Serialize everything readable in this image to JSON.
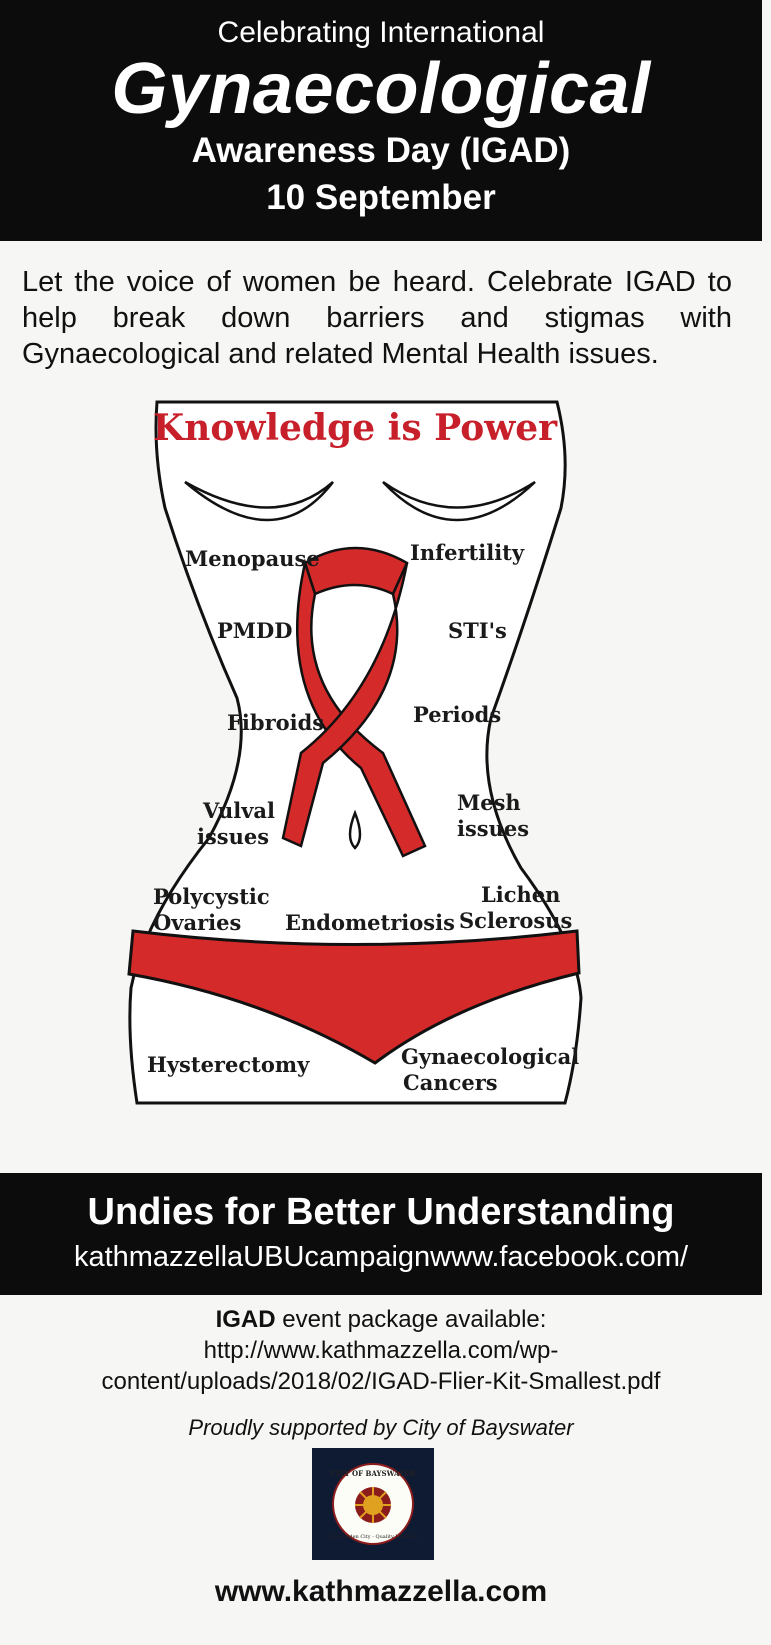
{
  "header": {
    "line1": "Celebrating International",
    "line2": "Gynaecological",
    "line3": "Awareness Day (IGAD)",
    "line4": "10 September"
  },
  "intro": "Let the voice of women be heard. Celebrate IGAD to help break down barriers and stigmas with Gynaecological and related Mental Health issues.",
  "figure": {
    "title": "Knowledge is Power",
    "labels": {
      "menopause": "Menopause",
      "infertility": "Infertility",
      "pmdd": "PMDD",
      "stis": "STI's",
      "fibroids": "Fibroids",
      "periods": "Periods",
      "vulval_1": "Vulval",
      "vulval_2": "issues",
      "mesh_1": "Mesh",
      "mesh_2": "issues",
      "poly_1": "Polycystic",
      "poly_2": "Ovaries",
      "endometriosis": "Endometriosis",
      "lichen_1": "Lichen",
      "lichen_2": "Sclerosus",
      "hysterectomy": "Hysterectomy",
      "cancers_1": "Gynaecological",
      "cancers_2": "Cancers"
    },
    "colors": {
      "ribbon": "#d42a2a",
      "undies": "#d42a2a",
      "title": "#c8202a"
    }
  },
  "band": {
    "title": "Undies for Better Understanding",
    "url": "kathmazzellaUBUcampaignwww.facebook.com/"
  },
  "package": {
    "bold": "IGAD",
    "text": " event package available:",
    "link_1": "http://www.kathmazzella.com/wp-",
    "link_2": "content/uploads/2018/02/IGAD-Flier-Kit-Smallest.pdf"
  },
  "support": "Proudly supported by City of Bayswater",
  "logo": {
    "text_top": "CITY OF BAYSWATER",
    "text_bottom": "The Garden City - Quality Lifestyle"
  },
  "site": "www.kathmazzella.com"
}
